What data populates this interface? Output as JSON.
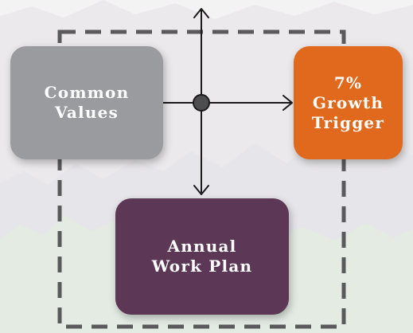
{
  "diagram": {
    "nodes": {
      "common_values": {
        "label": "Common\nValues",
        "color": "#9a9b9f"
      },
      "growth_trigger": {
        "label": "7%\nGrowth\nTrigger",
        "color": "#e0691e"
      },
      "work_plan": {
        "label": "Annual\nWork Plan",
        "color": "#5d3856"
      }
    },
    "junction_color": "#4d4d4f",
    "line_color": "#1a1a1a",
    "boundary_color": "#5a5a5c"
  }
}
